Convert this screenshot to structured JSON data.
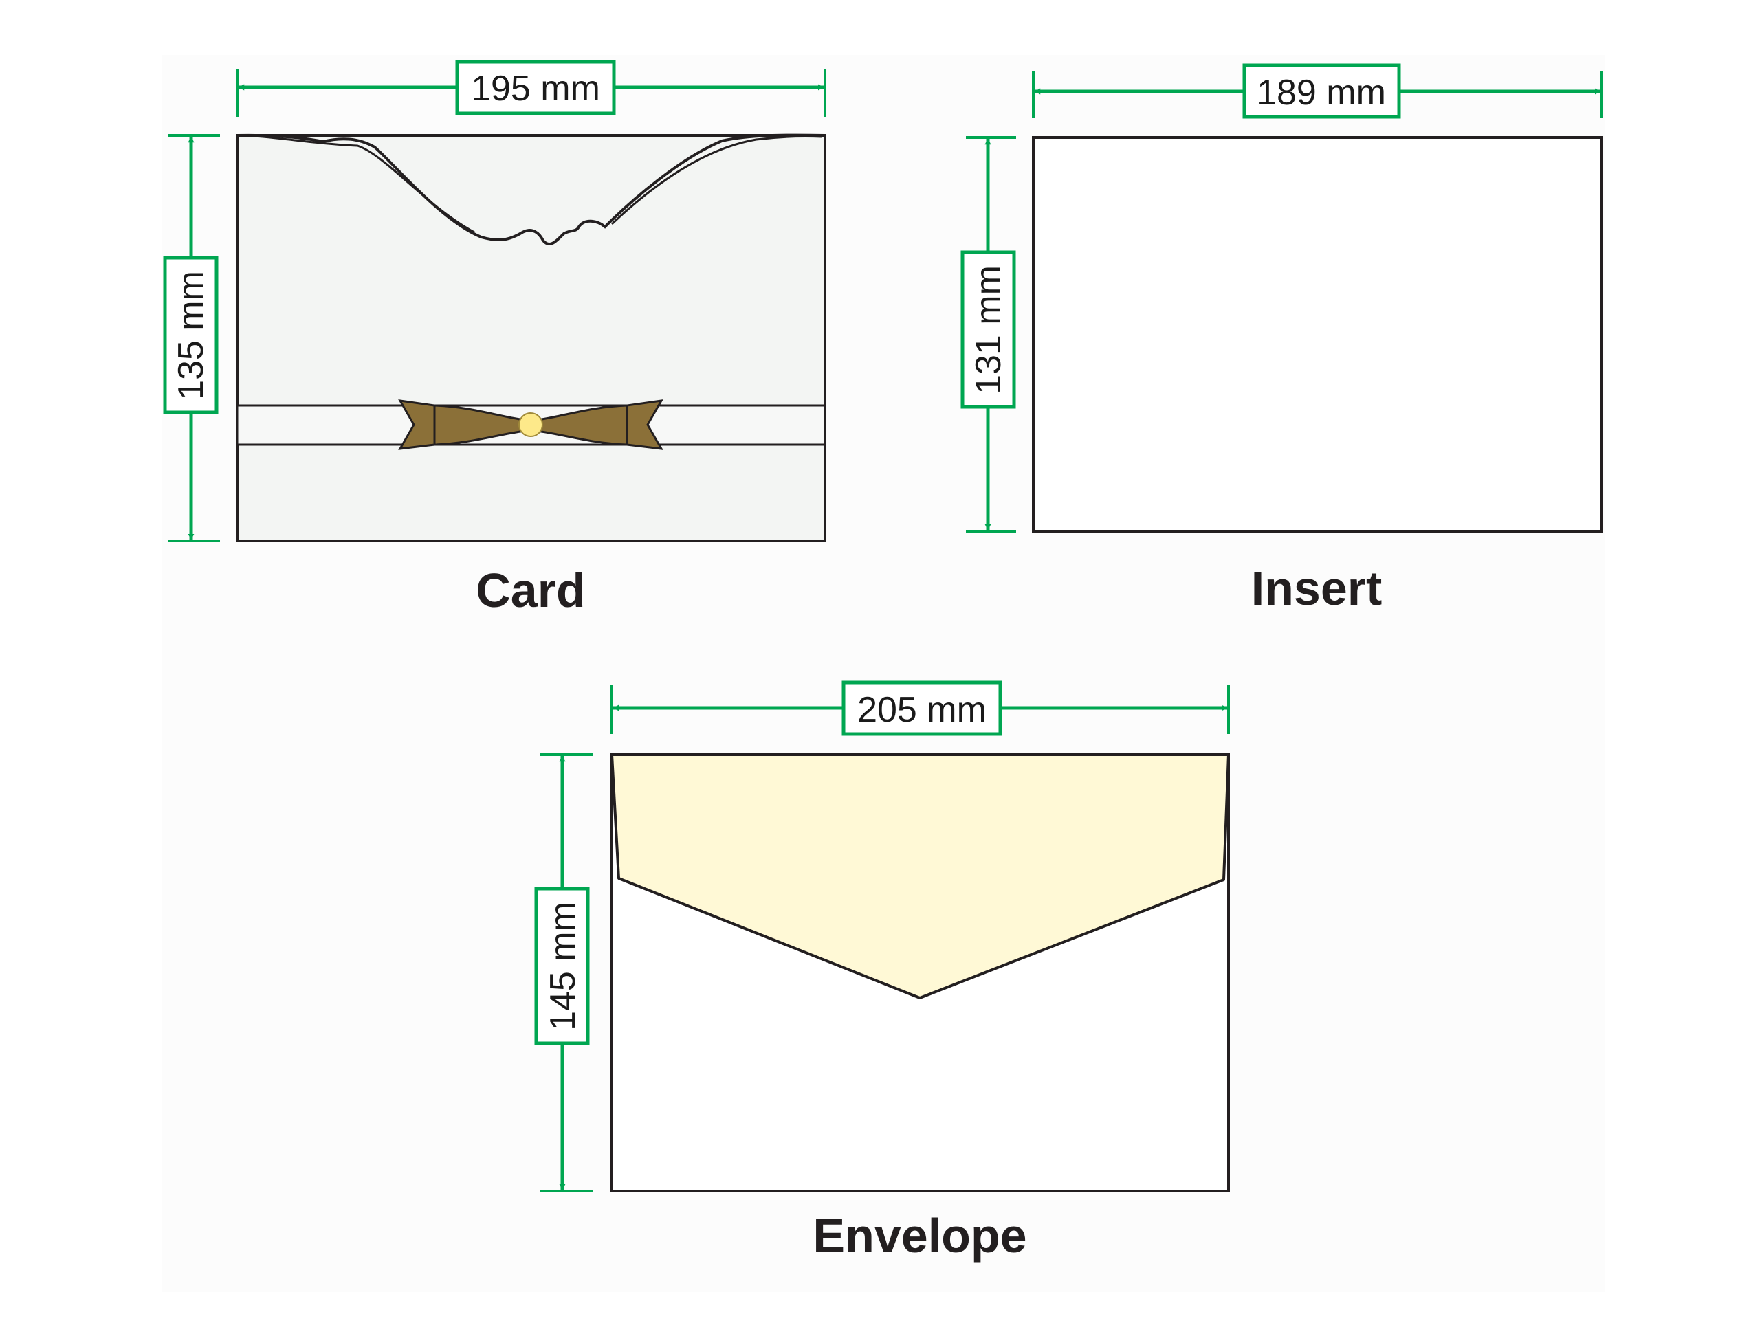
{
  "colors": {
    "dimension": "#00a651",
    "outline": "#231f20",
    "card_fill": "#f3f5f3",
    "envelope_flap": "#fff9d6",
    "ribbon": "#8b7038",
    "ribbon_pin": "#fde98a",
    "background_panel": "#fcfcfc"
  },
  "card": {
    "label": "Card",
    "width_label": "195 mm",
    "height_label": "135 mm",
    "width_mm": 195,
    "height_mm": 135
  },
  "insert": {
    "label": "Insert",
    "width_label": "189 mm",
    "height_label": "131 mm",
    "width_mm": 189,
    "height_mm": 131
  },
  "envelope": {
    "label": "Envelope",
    "width_label": "205 mm",
    "height_label": "145 mm",
    "width_mm": 205,
    "height_mm": 145
  }
}
